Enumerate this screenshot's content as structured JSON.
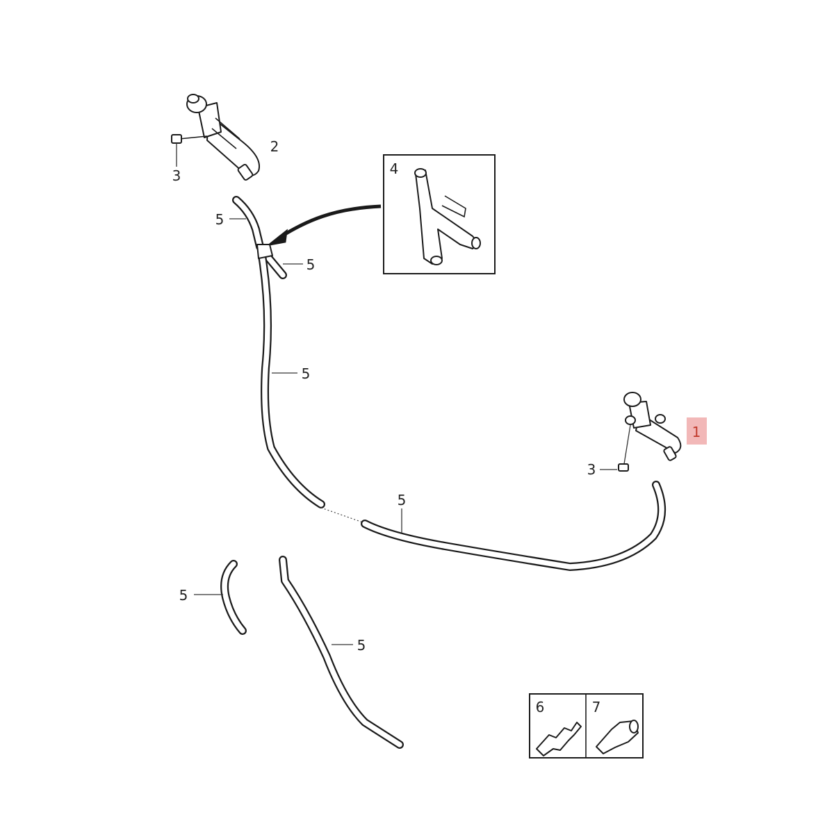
{
  "diagram": {
    "callouts": {
      "nozzle_right": "1",
      "nozzle_left": "2",
      "bolt_left": "3",
      "bolt_right": "3",
      "y_connector": "4",
      "hose_top_tip": "5",
      "hose_branch": "5",
      "hose_vertical": "5",
      "hose_bottom_long": "5",
      "hose_short": "5",
      "hose_s_curve": "5",
      "connector_straight": "6",
      "connector_union": "7"
    },
    "colors": {
      "highlight_fill": "#f2b8b8",
      "highlight_text": "#c0392b",
      "line": "#1a1a1a"
    }
  }
}
